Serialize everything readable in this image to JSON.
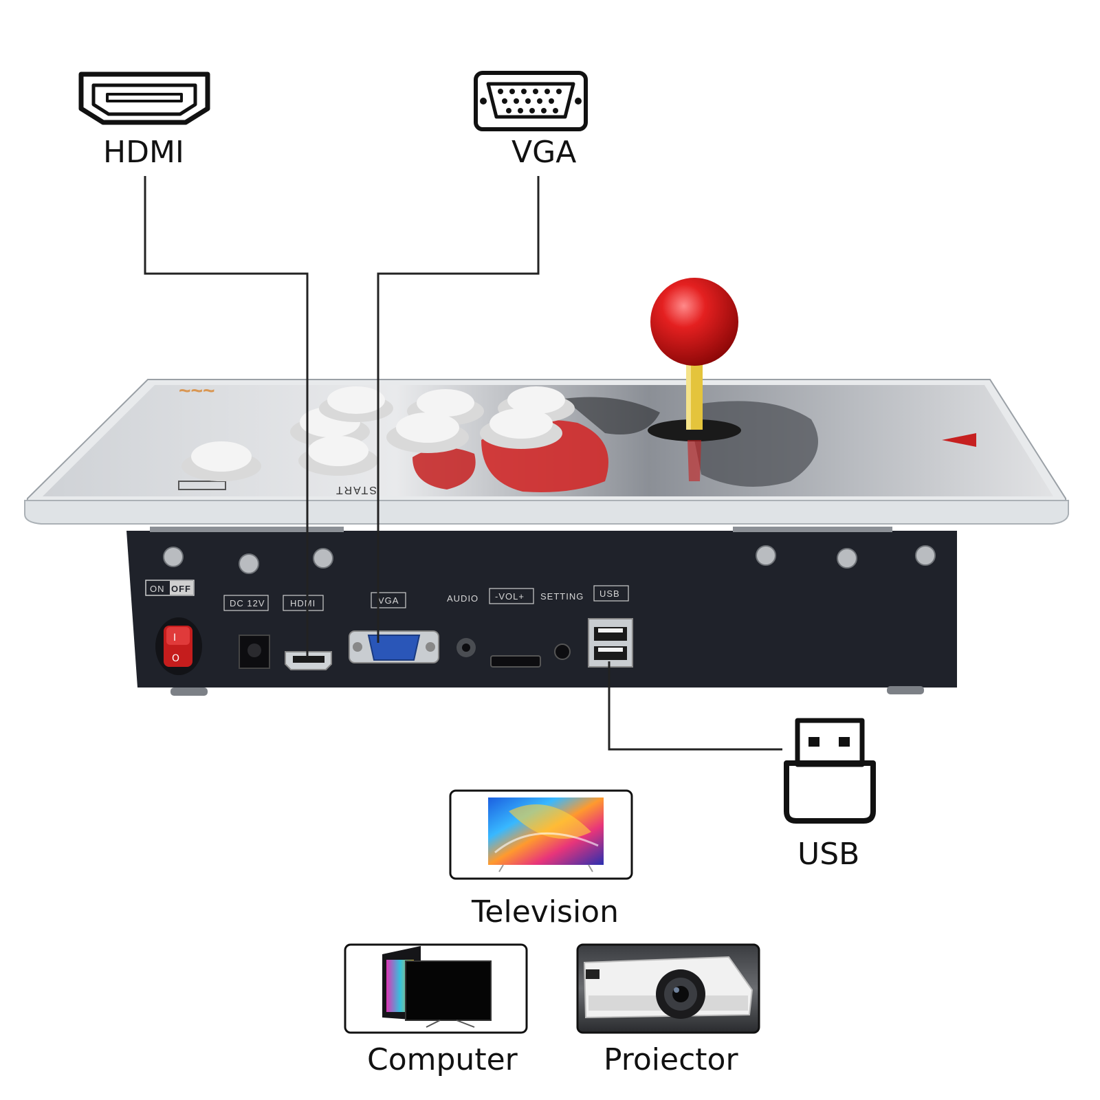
{
  "labels": {
    "hdmi": "HDMI",
    "vga": "VGA",
    "usb": "USB",
    "television": "Television",
    "computer": "Computer",
    "projector": "Proiector"
  },
  "panel": {
    "power": {
      "on": "ON",
      "off": "OFF"
    },
    "dc": "DC 12V",
    "hdmi": "HDMI",
    "vga": "VGA",
    "audio": "AUDIO",
    "vol": "-VOL+",
    "setting": "SETTING",
    "usb": "USB"
  },
  "top_panel": {
    "start": "START"
  },
  "colors": {
    "line": "#222222",
    "console_body": "#1e2129",
    "joystick_ball": "#d81f1f",
    "joystick_shaft": "#e4c43c",
    "button": "#f3f3f3",
    "vga_port": "#2a56b8"
  }
}
